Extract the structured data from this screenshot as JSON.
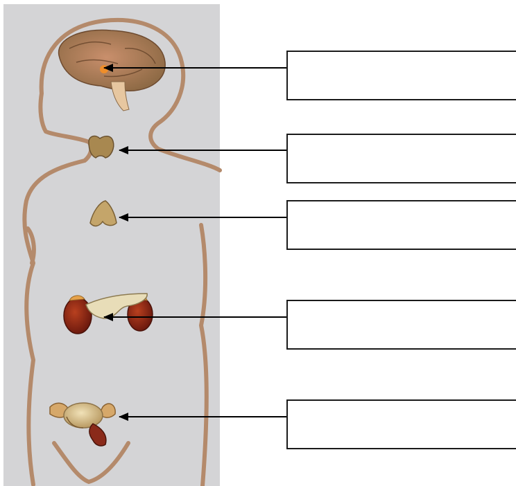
{
  "diagram": {
    "panel_color": "#d4d4d6",
    "outline_color": "#b48a6b",
    "labels": [
      {
        "id": "hypothalamus-pituitary",
        "text": ""
      },
      {
        "id": "thyroid",
        "text": ""
      },
      {
        "id": "thymus",
        "text": ""
      },
      {
        "id": "adrenals-pancreas",
        "text": ""
      },
      {
        "id": "ovaries-uterus",
        "text": ""
      }
    ]
  }
}
